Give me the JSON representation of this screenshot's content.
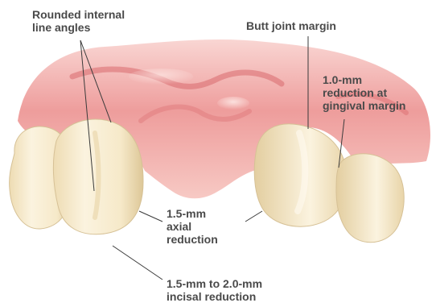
{
  "labels": {
    "rounded_internal": [
      "Rounded internal",
      "line angles"
    ],
    "butt_joint": [
      "Butt joint margin"
    ],
    "gingival_reduction": [
      "1.0-mm",
      "reduction at",
      "gingival margin"
    ],
    "axial_reduction": [
      "1.5-mm",
      "axial",
      "reduction"
    ],
    "incisal_reduction": [
      "1.5-mm to 2.0-mm",
      "incisal reduction"
    ]
  },
  "colors": {
    "gingiva_light": "#f6c6c2",
    "gingiva_mid": "#ec9a98",
    "gingiva_dark": "#d9696d",
    "tooth_light": "#fbf3df",
    "tooth_mid": "#f1e2bd",
    "tooth_shadow": "#dcc79a",
    "text": "#4a4a4a",
    "leader_line": "#3a3a3a"
  }
}
